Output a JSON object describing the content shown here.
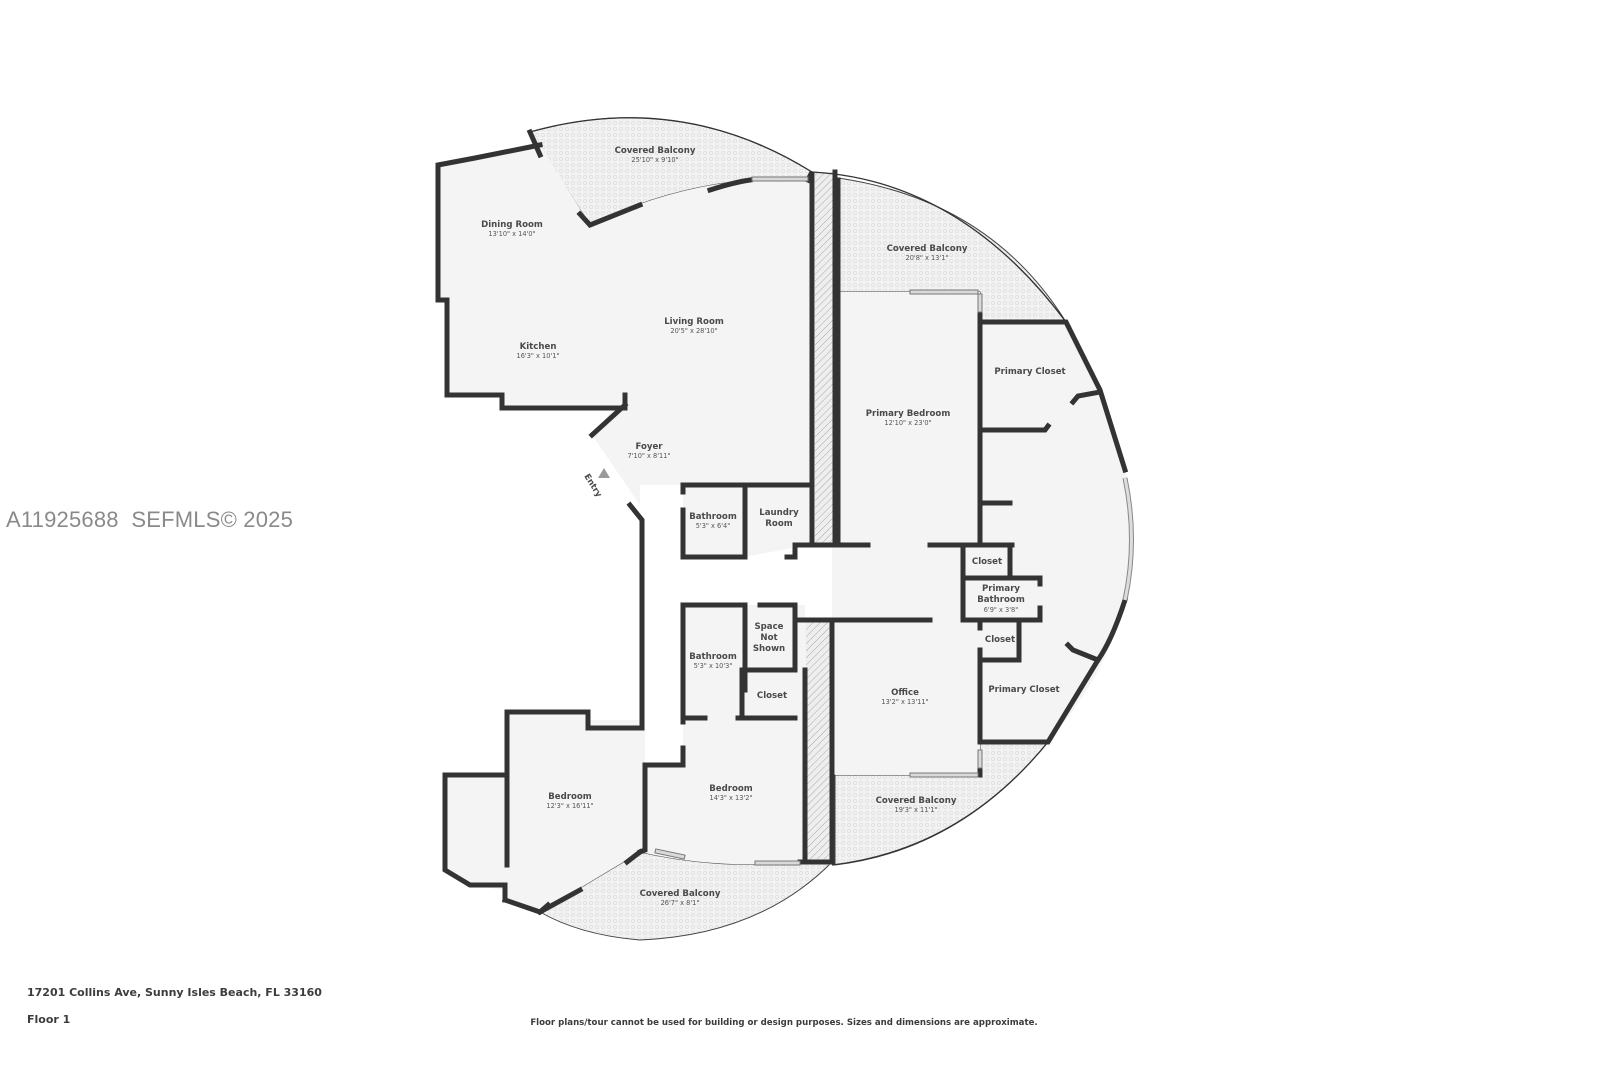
{
  "watermark": "A11925688  SEFMLS© 2025",
  "footer": {
    "address": "17201 Collins Ave, Sunny Isles Beach, FL 33160",
    "floor_label": "Floor 1",
    "disclaimer": "Floor plans/tour cannot be used for building or design purposes. Sizes and dimensions are approximate."
  },
  "entry_label": "Entry",
  "rooms": {
    "covered_balcony_top": {
      "name": "Covered Balcony",
      "dim": "25'10\" x 9'10\""
    },
    "dining_room": {
      "name": "Dining Room",
      "dim": "13'10\" x 14'0\""
    },
    "living_room": {
      "name": "Living Room",
      "dim": "20'5\" x 28'10\""
    },
    "kitchen": {
      "name": "Kitchen",
      "dim": "16'3\" x 10'1\""
    },
    "foyer": {
      "name": "Foyer",
      "dim": "7'10\" x 8'11\""
    },
    "bathroom_1": {
      "name": "Bathroom",
      "dim": "5'3\" x 6'4\""
    },
    "laundry_room": {
      "name_line1": "Laundry",
      "name_line2": "Room"
    },
    "covered_balcony_right": {
      "name": "Covered Balcony",
      "dim": "20'8\" x 13'1\""
    },
    "primary_bedroom": {
      "name": "Primary Bedroom",
      "dim": "12'10\" x 23'0\""
    },
    "primary_closet_top": {
      "name": "Primary Closet"
    },
    "closet_upper": {
      "name": "Closet"
    },
    "primary_bathroom": {
      "name_line1": "Primary",
      "name_line2": "Bathroom",
      "dim": "6'9\" x 3'8\""
    },
    "closet_lower": {
      "name": "Closet"
    },
    "primary_closet_bottom": {
      "name": "Primary Closet"
    },
    "office": {
      "name": "Office",
      "dim": "13'2\" x 13'11\""
    },
    "covered_balcony_office": {
      "name": "Covered Balcony",
      "dim": "19'3\" x 11'1\""
    },
    "bathroom_2": {
      "name": "Bathroom",
      "dim": "5'3\" x 10'3\""
    },
    "space_not_shown": {
      "line1": "Space",
      "line2": "Not",
      "line3": "Shown"
    },
    "closet_bedroom": {
      "name": "Closet"
    },
    "bedroom_1": {
      "name": "Bedroom",
      "dim": "12'3\" x 16'11\""
    },
    "bedroom_2": {
      "name": "Bedroom",
      "dim": "14'3\" x 13'2\""
    },
    "covered_balcony_bottom": {
      "name": "Covered Balcony",
      "dim": "26'7\" x 8'1\""
    }
  },
  "colors": {
    "wall": "#333333",
    "floor": "#f4f4f4",
    "balcony": "#efefef",
    "watermark": "#8a8a8a",
    "text": "#4a4a4a"
  }
}
